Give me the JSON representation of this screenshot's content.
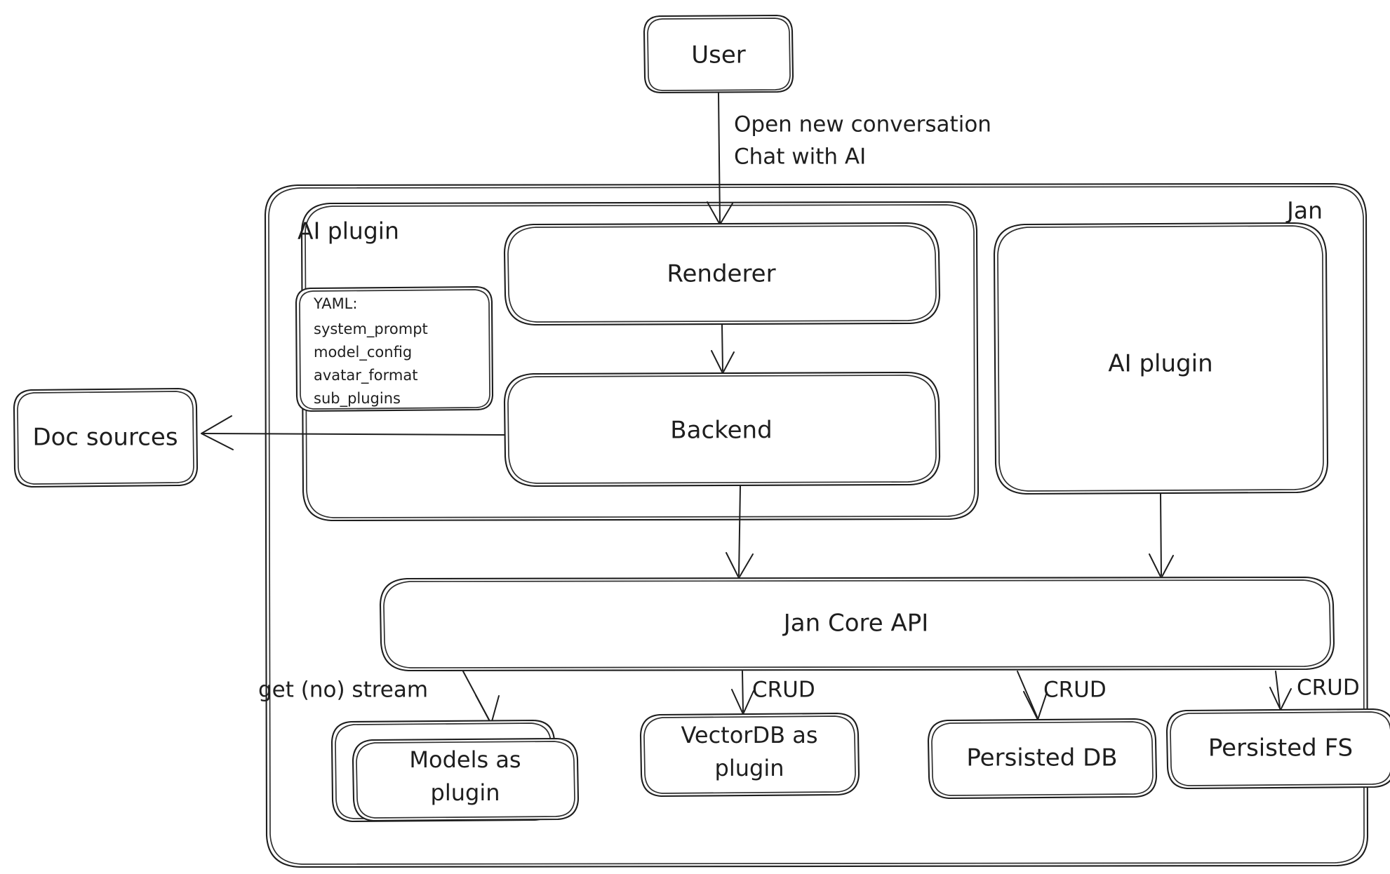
{
  "diagram": {
    "title": "Jan architecture diagram",
    "style": "hand-drawn",
    "stroke_color": "#1e1e1e",
    "background_color": "#ffffff"
  },
  "containers": {
    "jan": {
      "label": "Jan",
      "label_position": "top-right"
    },
    "ai_plugin_group": {
      "label": "AI plugin",
      "label_position": "top-left"
    }
  },
  "nodes": {
    "user": {
      "label": "User"
    },
    "renderer": {
      "label": "Renderer"
    },
    "backend": {
      "label": "Backend"
    },
    "ai_plugin": {
      "label": "AI plugin"
    },
    "doc_sources": {
      "label": "Doc sources"
    },
    "jan_core_api": {
      "label": "Jan Core API"
    },
    "models_as_plugin": {
      "line1": "Models as",
      "line2": "plugin"
    },
    "vectordb_as_plugin": {
      "line1": "VectorDB as",
      "line2": "plugin"
    },
    "persisted_db": {
      "label": "Persisted DB"
    },
    "persisted_fs": {
      "label": "Persisted FS"
    }
  },
  "yaml_card": {
    "header": "YAML:",
    "items": [
      "system_prompt",
      "model_config",
      "avatar_format",
      "sub_plugins"
    ]
  },
  "edge_labels": {
    "user_to_renderer_line1": "Open new conversation",
    "user_to_renderer_line2": "Chat with AI",
    "api_to_models": "get (no) stream",
    "api_to_vectordb": "CRUD",
    "api_to_persisted_db": "CRUD",
    "api_to_persisted_fs": "CRUD"
  }
}
